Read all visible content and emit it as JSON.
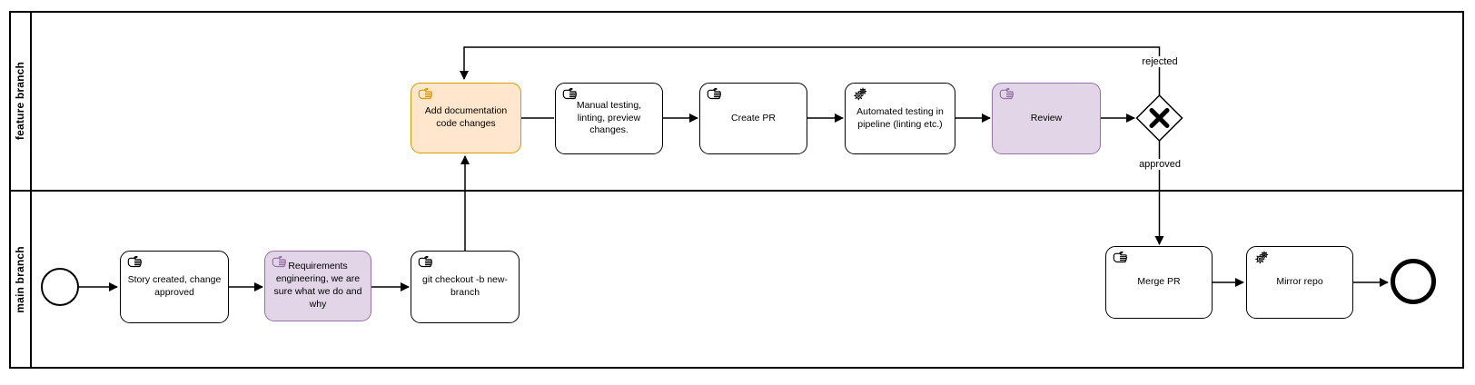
{
  "diagram": {
    "pool": {
      "lanes": [
        {
          "id": "feature-branch",
          "label": "feature branch"
        },
        {
          "id": "main-branch",
          "label": "main branch"
        }
      ]
    },
    "nodes": {
      "start_event": {
        "type": "start-event",
        "icon": "thin-circle"
      },
      "story": {
        "label": "Story created, change\napproved",
        "type": "manual-task",
        "icon": "hand-icon",
        "style": "default"
      },
      "requirements": {
        "label": "Requirements\nengineering, we are\nsure what we do and\nwhy",
        "type": "manual-task",
        "icon": "hand-icon",
        "style": "purple"
      },
      "git_checkout": {
        "label": "git checkout -b new-\nbranch",
        "type": "manual-task",
        "icon": "hand-icon",
        "style": "default"
      },
      "add_documentation": {
        "label": "Add documentation\ncode changes",
        "type": "manual-task",
        "icon": "hand-icon",
        "style": "orange"
      },
      "manual_testing": {
        "label": "Manual testing,\nlinting, preview\nchanges.",
        "type": "manual-task",
        "icon": "hand-icon",
        "style": "default"
      },
      "create_pr": {
        "label": "Create PR",
        "type": "manual-task",
        "icon": "hand-icon",
        "style": "default"
      },
      "automated_testing": {
        "label": "Automated testing in\npipeline (linting etc.)",
        "type": "service-task",
        "icon": "gears-icon",
        "style": "default"
      },
      "review": {
        "label": "Review",
        "type": "manual-task",
        "icon": "hand-icon",
        "style": "purple"
      },
      "gateway": {
        "type": "exclusive-gateway",
        "icon": "x-mark"
      },
      "merge_pr": {
        "label": "Merge PR",
        "type": "manual-task",
        "icon": "hand-icon",
        "style": "default"
      },
      "mirror_repo": {
        "label": "Mirror repo",
        "type": "service-task",
        "icon": "gears-icon",
        "style": "default"
      },
      "end_event": {
        "type": "end-event",
        "icon": "thick-circle"
      }
    },
    "edge_labels": {
      "rejected": "rejected",
      "approved": "approved"
    },
    "colors": {
      "orange_fill": "#FFE6CC",
      "orange_stroke": "#D79B00",
      "purple_fill": "#E1D5E7",
      "purple_stroke": "#9673A6",
      "default_fill": "#FFFFFF",
      "default_stroke": "#000000",
      "flow_line": "#000000"
    }
  }
}
